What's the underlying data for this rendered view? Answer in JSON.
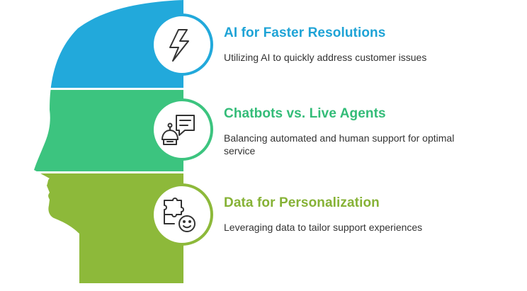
{
  "colors": {
    "band_top": "#22A9DB",
    "band_middle": "#3CC47F",
    "band_bottom": "#8DB93A",
    "title_top": "#1EA3D6",
    "title_middle": "#33BC78",
    "title_bottom": "#86B236",
    "description": "#333333"
  },
  "items": [
    {
      "title": "AI for Faster Resolutions",
      "description": "Utilizing AI to quickly address customer issues",
      "icon": "lightning-bolt-icon"
    },
    {
      "title": "Chatbots vs. Live Agents",
      "description": "Balancing automated and human support for optimal service",
      "icon": "chatbot-speech-icon"
    },
    {
      "title": "Data for Personalization",
      "description": "Leveraging data to tailor support experiences",
      "icon": "puzzle-face-icon"
    }
  ]
}
